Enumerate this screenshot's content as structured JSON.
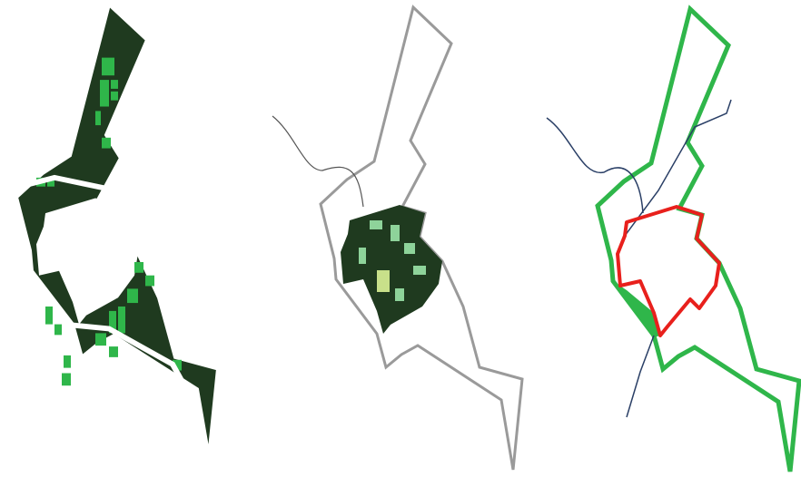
{
  "panels": [
    {
      "id": "green-space-plots",
      "colors": {
        "base": "#1f3a1f",
        "plots": "#2fb64a",
        "roads": "#ffffff"
      }
    },
    {
      "id": "urban-core-blocks",
      "colors": {
        "outline": "#9a9a9a",
        "blocks": "#1f3a1f",
        "light": "#8ed39a",
        "accent": "#c8e08a"
      }
    },
    {
      "id": "green-belt-boundary",
      "colors": {
        "belt": "#2fb64a",
        "city_boundary": "#e8201c",
        "rivers": "#2a3f66",
        "water": "#2a5fa8"
      }
    }
  ]
}
